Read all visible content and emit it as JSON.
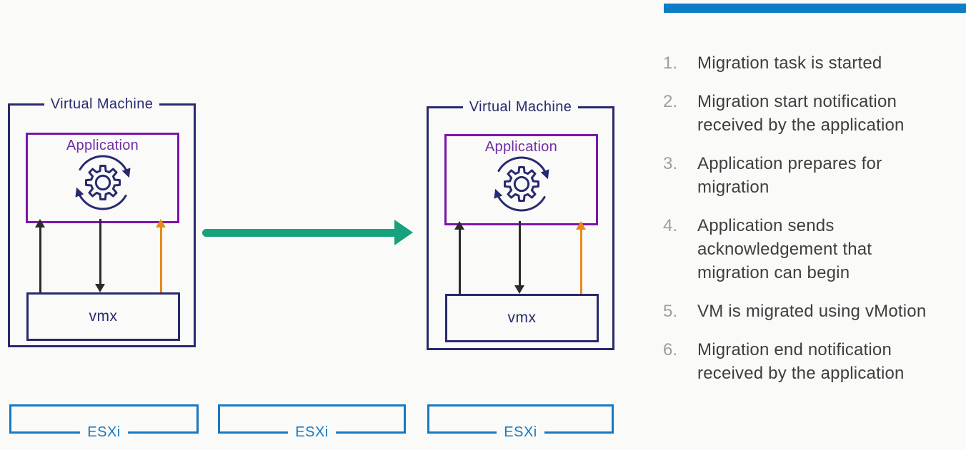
{
  "slide": {
    "background": "#fafaf8",
    "accent_bar_color": "#0c7cc4"
  },
  "diagram": {
    "vm_source": {
      "title": "Virtual Machine",
      "application_label": "Application",
      "vmx_label": "vmx"
    },
    "vm_destination": {
      "title": "Virtual Machine",
      "application_label": "Application",
      "vmx_label": "vmx"
    },
    "hosts": [
      {
        "label": "ESXi"
      },
      {
        "label": "ESXi"
      },
      {
        "label": "ESXi"
      }
    ],
    "icons": {
      "gear_sync": "gear-sync-icon",
      "migration_arrow": "migration-arrow-icon",
      "up_arrow_black": "up-arrow-icon",
      "down_arrow_black": "down-arrow-icon",
      "up_arrow_orange": "up-arrow-icon"
    },
    "colors": {
      "vm_border": "#272a6e",
      "application_border": "#7a16ab",
      "application_text": "#6f2da3",
      "esxi_blue": "#1878c2",
      "migration_green": "#17a27d",
      "notify_orange": "#e8891b",
      "arrow_black": "#2d2a2b"
    }
  },
  "steps": {
    "items": [
      {
        "num": "1.",
        "text": "Migration task is started"
      },
      {
        "num": "2.",
        "text": "Migration start notification received by the application"
      },
      {
        "num": "3.",
        "text": "Application prepares for migration"
      },
      {
        "num": "4.",
        "text": "Application sends acknowledgement that migration can begin"
      },
      {
        "num": "5.",
        "text": "VM is migrated using vMotion"
      },
      {
        "num": "6.",
        "text": "Migration end notification received by the application"
      }
    ]
  }
}
